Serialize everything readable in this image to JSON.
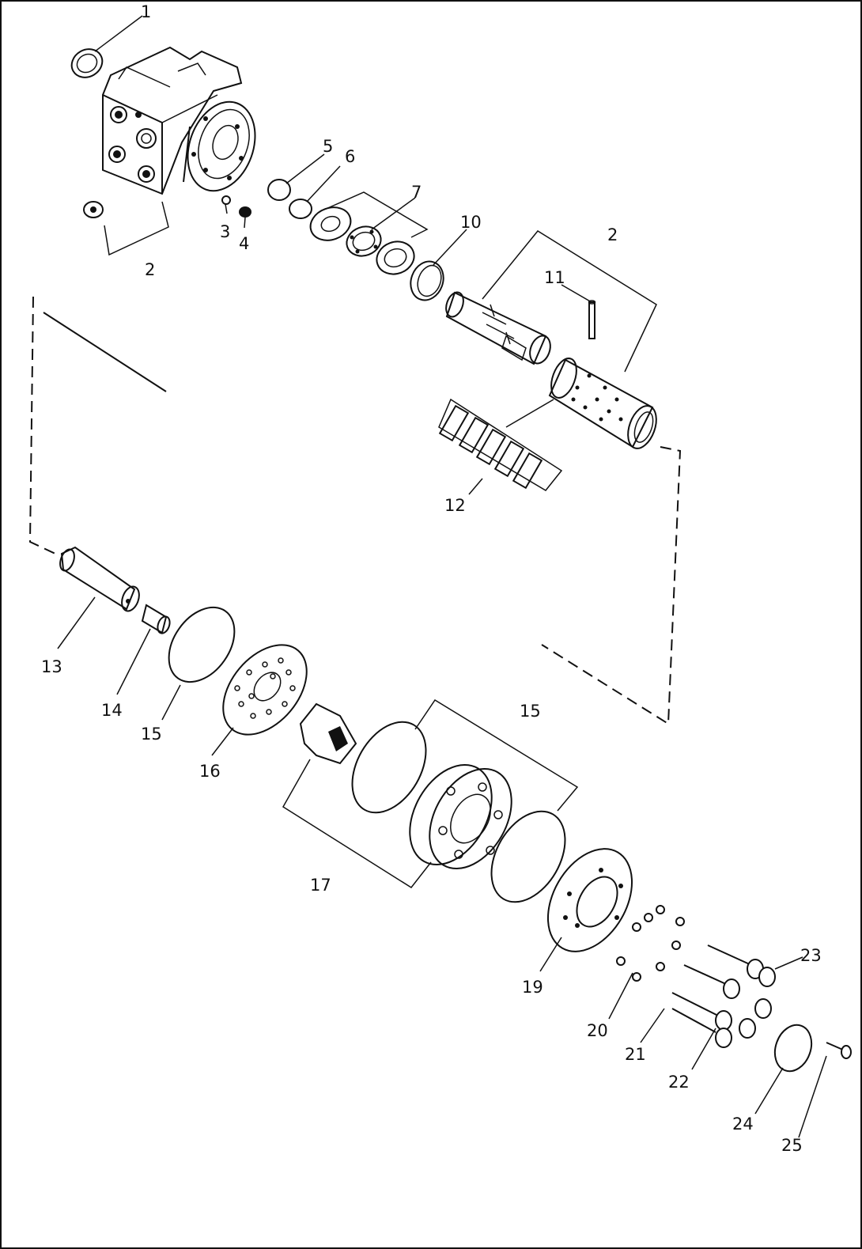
{
  "callouts": [
    {
      "id": "c1",
      "text": "1"
    },
    {
      "id": "c2a",
      "text": "2"
    },
    {
      "id": "c3",
      "text": "3"
    },
    {
      "id": "c4",
      "text": "4"
    },
    {
      "id": "c5",
      "text": "5"
    },
    {
      "id": "c6",
      "text": "6"
    },
    {
      "id": "c7",
      "text": "7"
    },
    {
      "id": "c10",
      "text": "10"
    },
    {
      "id": "c2b",
      "text": "2"
    },
    {
      "id": "c11",
      "text": "11"
    },
    {
      "id": "c12",
      "text": "12"
    },
    {
      "id": "c13",
      "text": "13"
    },
    {
      "id": "c14",
      "text": "14"
    },
    {
      "id": "c15a",
      "text": "15"
    },
    {
      "id": "c16",
      "text": "16"
    },
    {
      "id": "c15b",
      "text": "15"
    },
    {
      "id": "c17",
      "text": "17"
    },
    {
      "id": "c19",
      "text": "19"
    },
    {
      "id": "c20",
      "text": "20"
    },
    {
      "id": "c21",
      "text": "21"
    },
    {
      "id": "c22",
      "text": "22"
    },
    {
      "id": "c23",
      "text": "23"
    },
    {
      "id": "c24",
      "text": "24"
    },
    {
      "id": "c25",
      "text": "25"
    }
  ]
}
